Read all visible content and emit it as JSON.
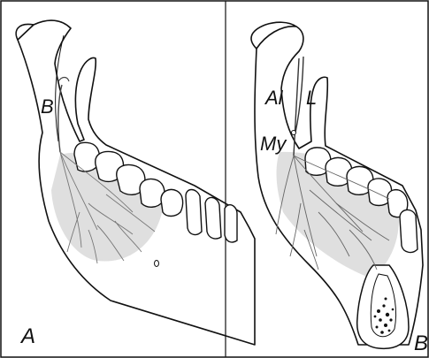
{
  "figure": {
    "panel_a": {
      "label": "A",
      "nerve_label": "B"
    },
    "panel_b": {
      "label": "B",
      "nerve_labels": [
        "Al",
        "L",
        "My"
      ]
    }
  },
  "colors": {
    "line": "#111111",
    "shade": "#d8d8d8",
    "nerve": "#555555",
    "background": "#ffffff"
  }
}
